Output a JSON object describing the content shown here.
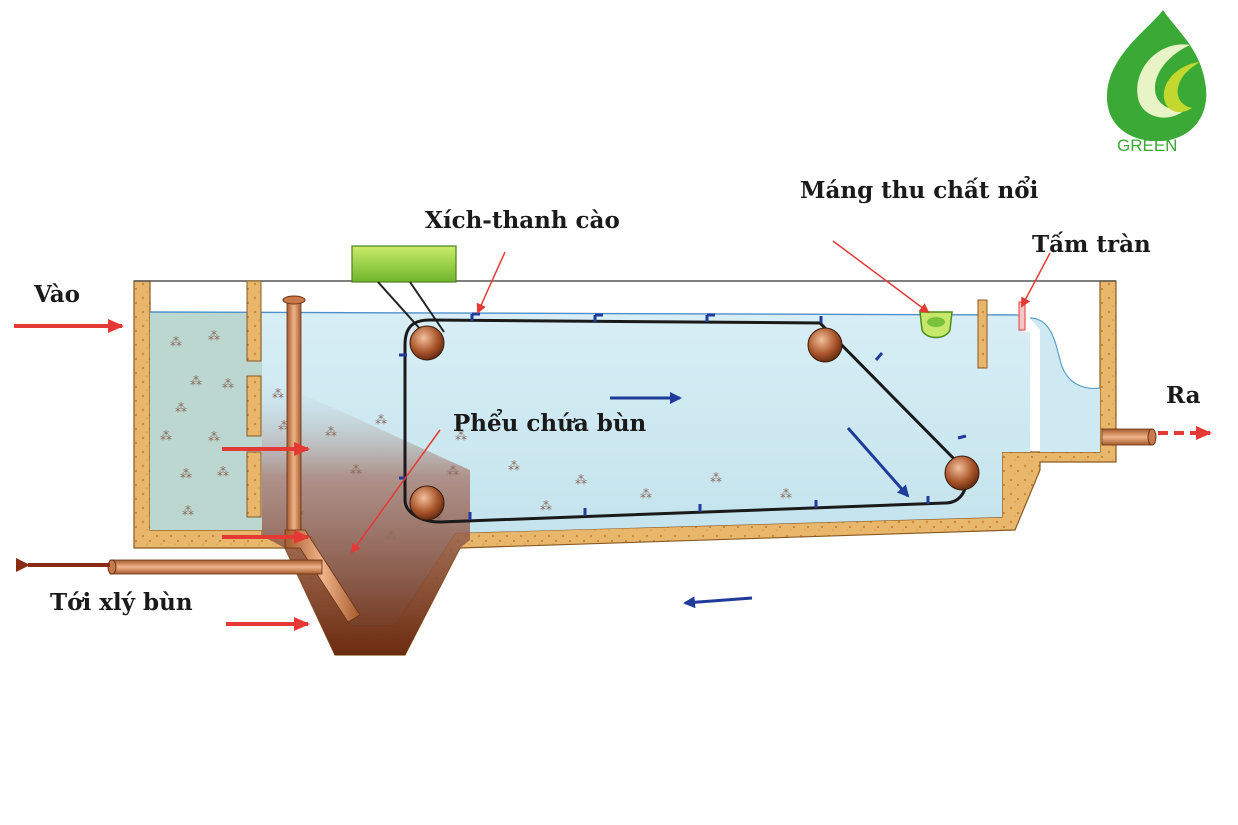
{
  "logo": {
    "text": "GREEN"
  },
  "labels": {
    "inlet": "Vào",
    "outlet": "Ra",
    "chain_scraper": "Xích-thanh cào",
    "scum_trough": "Máng thu chất nổi",
    "weir_plate": "Tấm tràn",
    "sludge_hopper": "Phểu chứa bùn",
    "to_sludge_treatment": "Tới xlý bùn"
  },
  "colors": {
    "concrete": "#e8b56a",
    "water": "#cfe9f2",
    "sludge": "#7a3a1a",
    "arrow_red": "#e53935",
    "arrow_blue": "#1f3c9a",
    "logo_green": "#3aa935",
    "logo_lime": "#c3d82e"
  }
}
